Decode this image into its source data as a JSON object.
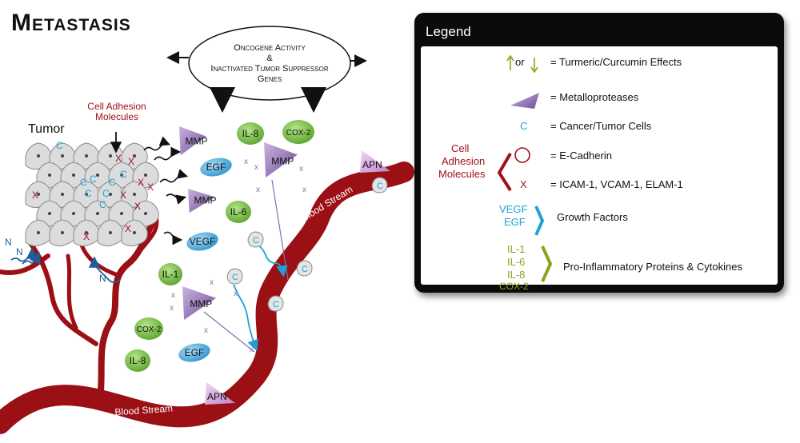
{
  "title": "Metastasis",
  "oncogene": {
    "line1": "Oncogene Activity",
    "line2": "&",
    "line3": "Inactivated Tumor Suppressor",
    "line4": "Genes"
  },
  "labels": {
    "tumor": "Tumor",
    "cam_line1": "Cell Adhesion",
    "cam_line2": "Molecules",
    "blood_stream": "Blood Stream",
    "mmp": "MMP",
    "egf": "EGF",
    "vegf": "VEGF",
    "il8": "IL-8",
    "il6": "IL-6",
    "il1": "IL-1",
    "cox2": "COX-2",
    "apn": "APN",
    "c": "C",
    "x": "X",
    "n": "N"
  },
  "legend": {
    "title": "Legend",
    "or": "or",
    "turmeric": "= Turmeric/Curcumin Effects",
    "metallo": "= Metalloproteases",
    "c_symbol": "C",
    "cancer": "= Cancer/Tumor Cells",
    "ecad": "= E-Cadherin",
    "x_symbol": "X",
    "icam": "= ICAM-1, VCAM-1, ELAM-1",
    "cam_label": [
      "Cell",
      "Adhesion",
      "Molecules"
    ],
    "vegf": "VEGF",
    "egf": "EGF",
    "growth": "Growth Factors",
    "il1": "IL-1",
    "il6": "IL-6",
    "il8": "IL-8",
    "cox2": "COX-2",
    "proinflam": "Pro-Inflammatory Proteins & Cytokines"
  },
  "colors": {
    "blood": "#9b1015",
    "mmp": "#8b6bb0",
    "egf": "#5ab4e0",
    "il": "#7cc24a",
    "apn": "#d9a9e0",
    "cyan": "#1aa3d6",
    "green": "#86a61d",
    "red": "#a01018"
  }
}
